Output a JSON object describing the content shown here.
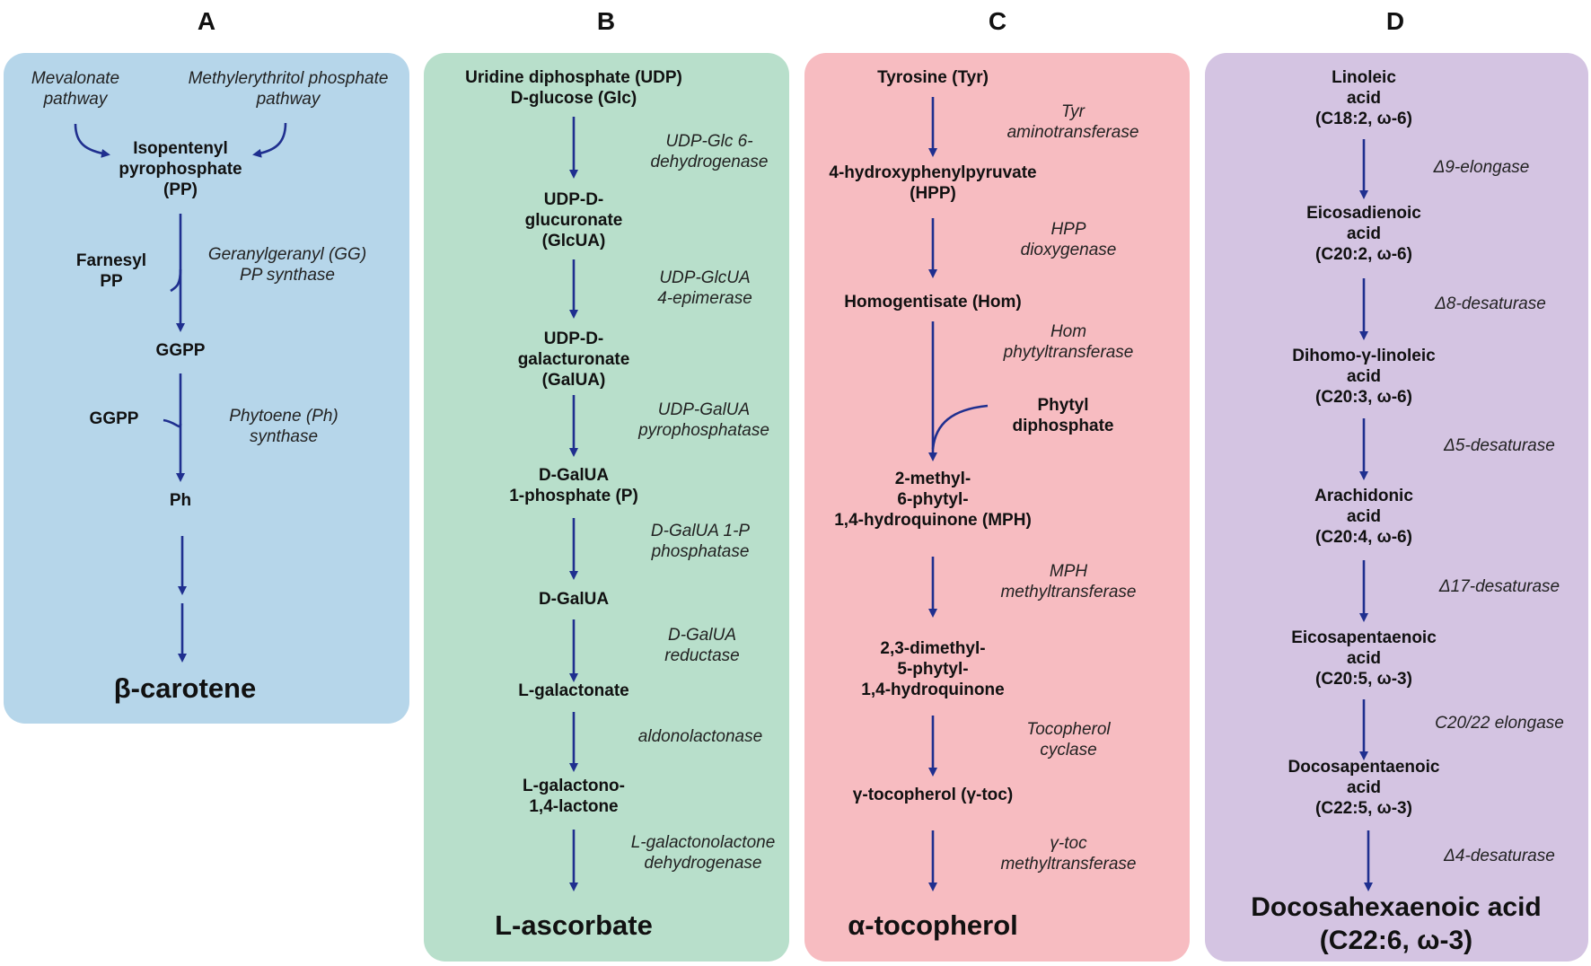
{
  "panels": {
    "a": {
      "letter": "A",
      "sources": [
        "Mevalonate\npathway",
        "Methylerythritol phosphate\npathway"
      ],
      "nodes": [
        "Isopentenyl\npyrophosphate\n(PP)",
        "GGPP",
        "Ph"
      ],
      "side_inputs": [
        "Farnesyl\nPP",
        "GGPP"
      ],
      "enzymes": [
        "Geranylgeranyl (GG)\nPP  synthase",
        "Phytoene (Ph)\nsynthase"
      ],
      "product": "β-carotene"
    },
    "b": {
      "letter": "B",
      "nodes": [
        "Uridine diphosphate (UDP)\nD-glucose (Glc)",
        "UDP-D-\nglucuronate\n(GlcUA)",
        "UDP-D-\ngalacturonate\n(GalUA)",
        "D-GalUA\n1-phosphate (P)",
        "D-GalUA",
        "L-galactonate",
        "L-galactono-\n1,4-lactone"
      ],
      "enzymes": [
        "UDP-Glc 6-\ndehydrogenase",
        "UDP-GlcUA\n4-epimerase",
        "UDP-GalUA\npyrophosphatase",
        "D-GalUA 1-P\nphosphatase",
        "D-GalUA\nreductase",
        "aldonolactonase",
        "L-galactonolactone\ndehydrogenase"
      ],
      "product": "L-ascorbate"
    },
    "c": {
      "letter": "C",
      "nodes": [
        "Tyrosine (Tyr)",
        "4-hydroxyphenylpyruvate\n(HPP)",
        "Homogentisate (Hom)",
        "2-methyl-\n6-phytyl-\n1,4-hydroquinone (MPH)",
        "2,3-dimethyl-\n5-phytyl-\n1,4-hydroquinone",
        "γ-tocopherol (γ-toc)"
      ],
      "side_input": "Phytyl\ndiphosphate",
      "enzymes": [
        "Tyr\naminotransferase",
        "HPP\ndioxygenase",
        "Hom\nphytyltransferase",
        "MPH\nmethyltransferase",
        "Tocopherol\ncyclase",
        "γ-toc\nmethyltransferase"
      ],
      "product": "α-tocopherol"
    },
    "d": {
      "letter": "D",
      "nodes": [
        "Linoleic\nacid\n(C18:2, ω-6)",
        "Eicosadienoic\nacid\n(C20:2, ω-6)",
        "Dihomo-γ-linoleic\nacid\n(C20:3, ω-6)",
        "Arachidonic\nacid\n(C20:4, ω-6)",
        "Eicosapentaenoic\nacid\n(C20:5, ω-3)",
        "Docosapentaenoic\nacid\n(C22:5, ω-3)"
      ],
      "enzymes": [
        "Δ9-elongase",
        "Δ8-desaturase",
        "Δ5-desaturase",
        "Δ17-desaturase",
        "C20/22 elongase",
        "Δ4-desaturase"
      ],
      "product": "Docosahexaenoic acid\n(C22:6, ω-3)"
    }
  },
  "colors": {
    "arrow": "#1f2f8f",
    "panel_a": "#b6d6ea",
    "panel_b": "#b8dfcb",
    "panel_c": "#f7bcc1",
    "panel_d": "#d4c4e2"
  }
}
